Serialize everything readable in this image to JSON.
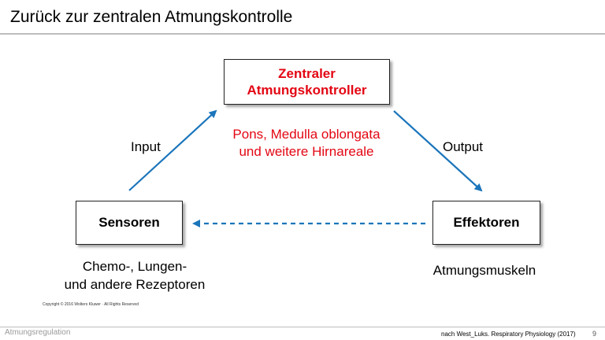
{
  "title": "Zurück zur zentralen Atmungskontrolle",
  "center_box": {
    "line1": "Zentraler",
    "line2": "Atmungskontroller"
  },
  "center_subtext": {
    "line1": "Pons, Medulla oblongata",
    "line2": "und weitere Hirnareale"
  },
  "input_label": "Input",
  "output_label": "Output",
  "sensor_box": "Sensoren",
  "sensor_desc": {
    "line1": "Chemo-, Lungen-",
    "line2": "und andere Rezeptoren"
  },
  "effector_box": "Effektoren",
  "effector_desc": "Atmungsmuskeln",
  "copyright": "Copyright © 2016 Wolters Kluwer · All Rights Reserved",
  "footer": {
    "left": "Atmungsregulation",
    "right": "nach West_Luks. Respiratory Physiology (2017)",
    "page": "9"
  },
  "colors": {
    "accent_red": "#e30613",
    "arrow_blue": "#1b75bb"
  }
}
